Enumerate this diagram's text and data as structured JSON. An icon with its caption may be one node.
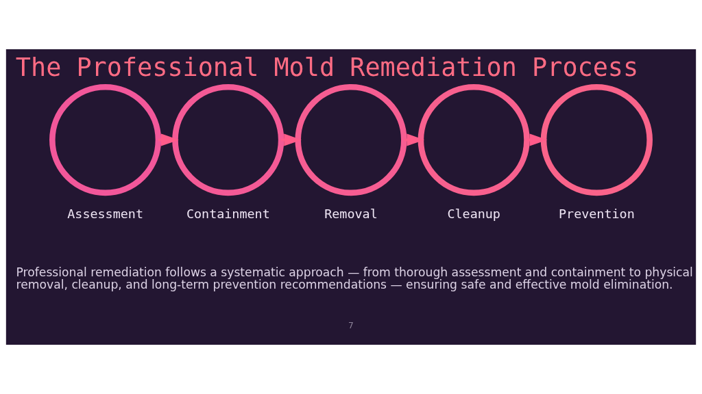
{
  "diagram": {
    "title": "The Professional Mold Remediation Process",
    "caption": "Professional remediation follows a systematic approach — from thorough assessment and containment to physical removal, cleanup, and long-term prevention recommendations — ensuring safe and effective mold elimination.",
    "nodes": [
      {
        "text": [],
        "shape": "circle",
        "beside": [
          "Assessment"
        ]
      },
      {
        "text": [],
        "shape": "circle",
        "beside": [
          "Containment"
        ]
      },
      {
        "text": [],
        "shape": "circle",
        "beside": [
          "Removal"
        ]
      },
      {
        "text": [],
        "shape": "circle",
        "beside": [
          "Cleanup"
        ]
      },
      {
        "text": [],
        "shape": "circle",
        "beside": [
          "Prevention"
        ]
      }
    ],
    "edges": [
      {
        "from": 0,
        "to": 1,
        "arrow": "to"
      },
      {
        "from": 1,
        "to": 2,
        "arrow": "to"
      },
      {
        "from": 2,
        "to": 3,
        "arrow": "to"
      },
      {
        "from": 3,
        "to": 4,
        "arrow": "to"
      }
    ],
    "labels": [
      "7"
    ]
  }
}
